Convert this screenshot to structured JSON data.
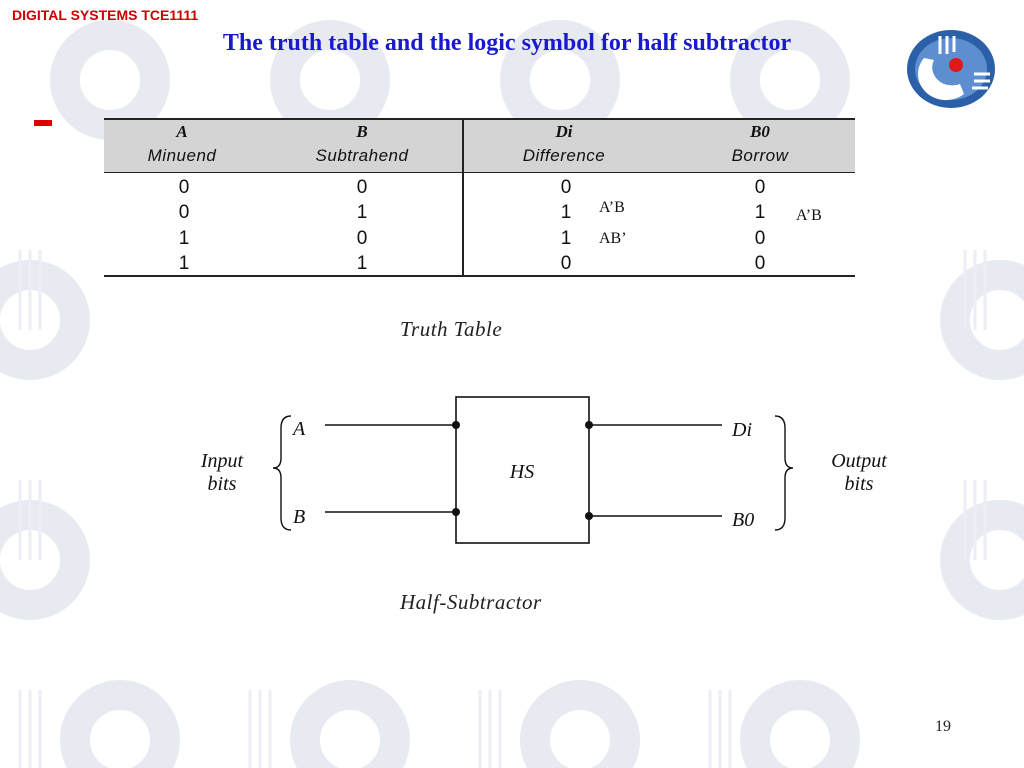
{
  "header": {
    "course_label": "DIGITAL SYSTEMS TCE1111",
    "title": "The truth table and the logic symbol for half subtractor",
    "colors": {
      "course": "#cc0000",
      "title": "#1a1acc"
    }
  },
  "truth_table": {
    "columns": [
      {
        "symbol": "A",
        "name": "Minuend"
      },
      {
        "symbol": "B",
        "name": "Subtrahend"
      },
      {
        "symbol": "Di",
        "name": "Difference"
      },
      {
        "symbol": "B0",
        "name": "Borrow"
      }
    ],
    "rows": [
      [
        "0",
        "0",
        "0",
        "0"
      ],
      [
        "0",
        "1",
        "1",
        "1"
      ],
      [
        "1",
        "0",
        "1",
        "0"
      ],
      [
        "1",
        "1",
        "0",
        "0"
      ]
    ],
    "annotations": {
      "difference_row2": "A’B",
      "difference_row3": "AB’",
      "borrow_row2": "A’B"
    },
    "caption": "Truth Table"
  },
  "logic_symbol": {
    "block_label": "HS",
    "input_a": "A",
    "input_b": "B",
    "output_d": "Di",
    "output_b": "B0",
    "input_group_line1": "Input",
    "input_group_line2": "bits",
    "output_group_line1": "Output",
    "output_group_line2": "bits",
    "caption": "Half-Subtractor"
  },
  "footer": {
    "slide_number": "19"
  }
}
